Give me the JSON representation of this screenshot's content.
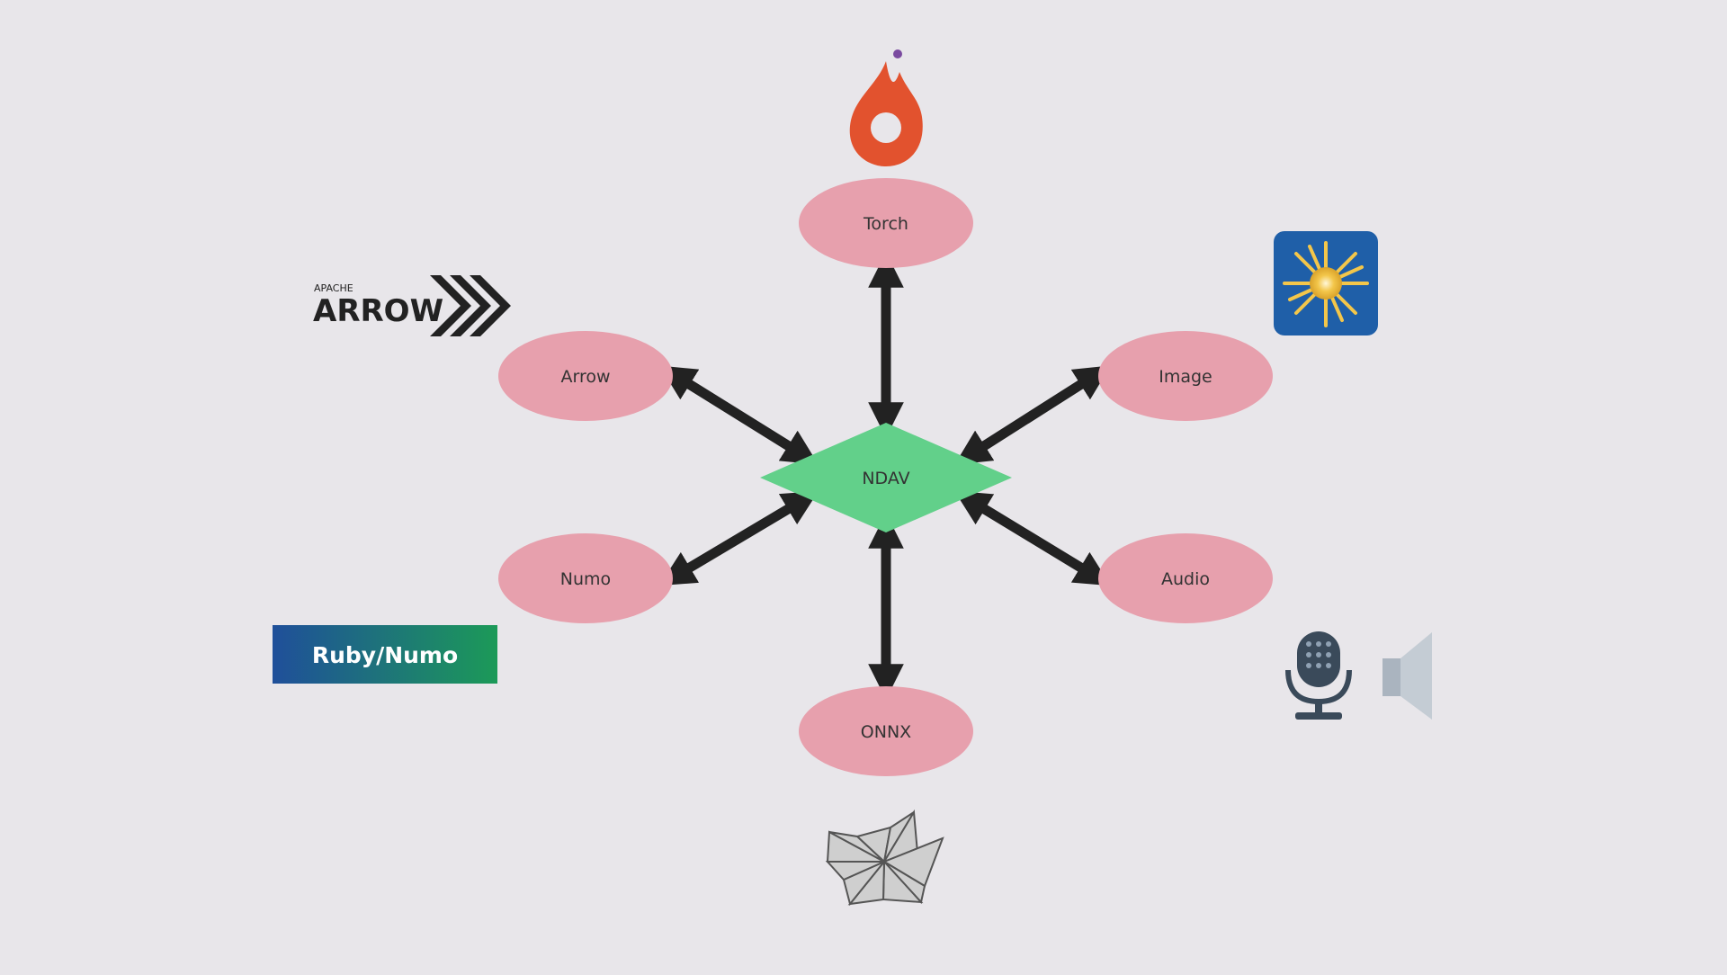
{
  "diagram": {
    "center": {
      "label": "NDAV",
      "color": "#62d08a"
    },
    "node_color": "#e7a0ad",
    "arrow_color": "#222222",
    "nodes": {
      "torch": "Torch",
      "arrow": "Arrow",
      "image": "Image",
      "numo": "Numo",
      "audio": "Audio",
      "onnx": "ONNX"
    }
  },
  "logos": {
    "arrow_small": "APACHE",
    "arrow_big": "ARROW",
    "ruby_numo": "Ruby/Numo"
  }
}
